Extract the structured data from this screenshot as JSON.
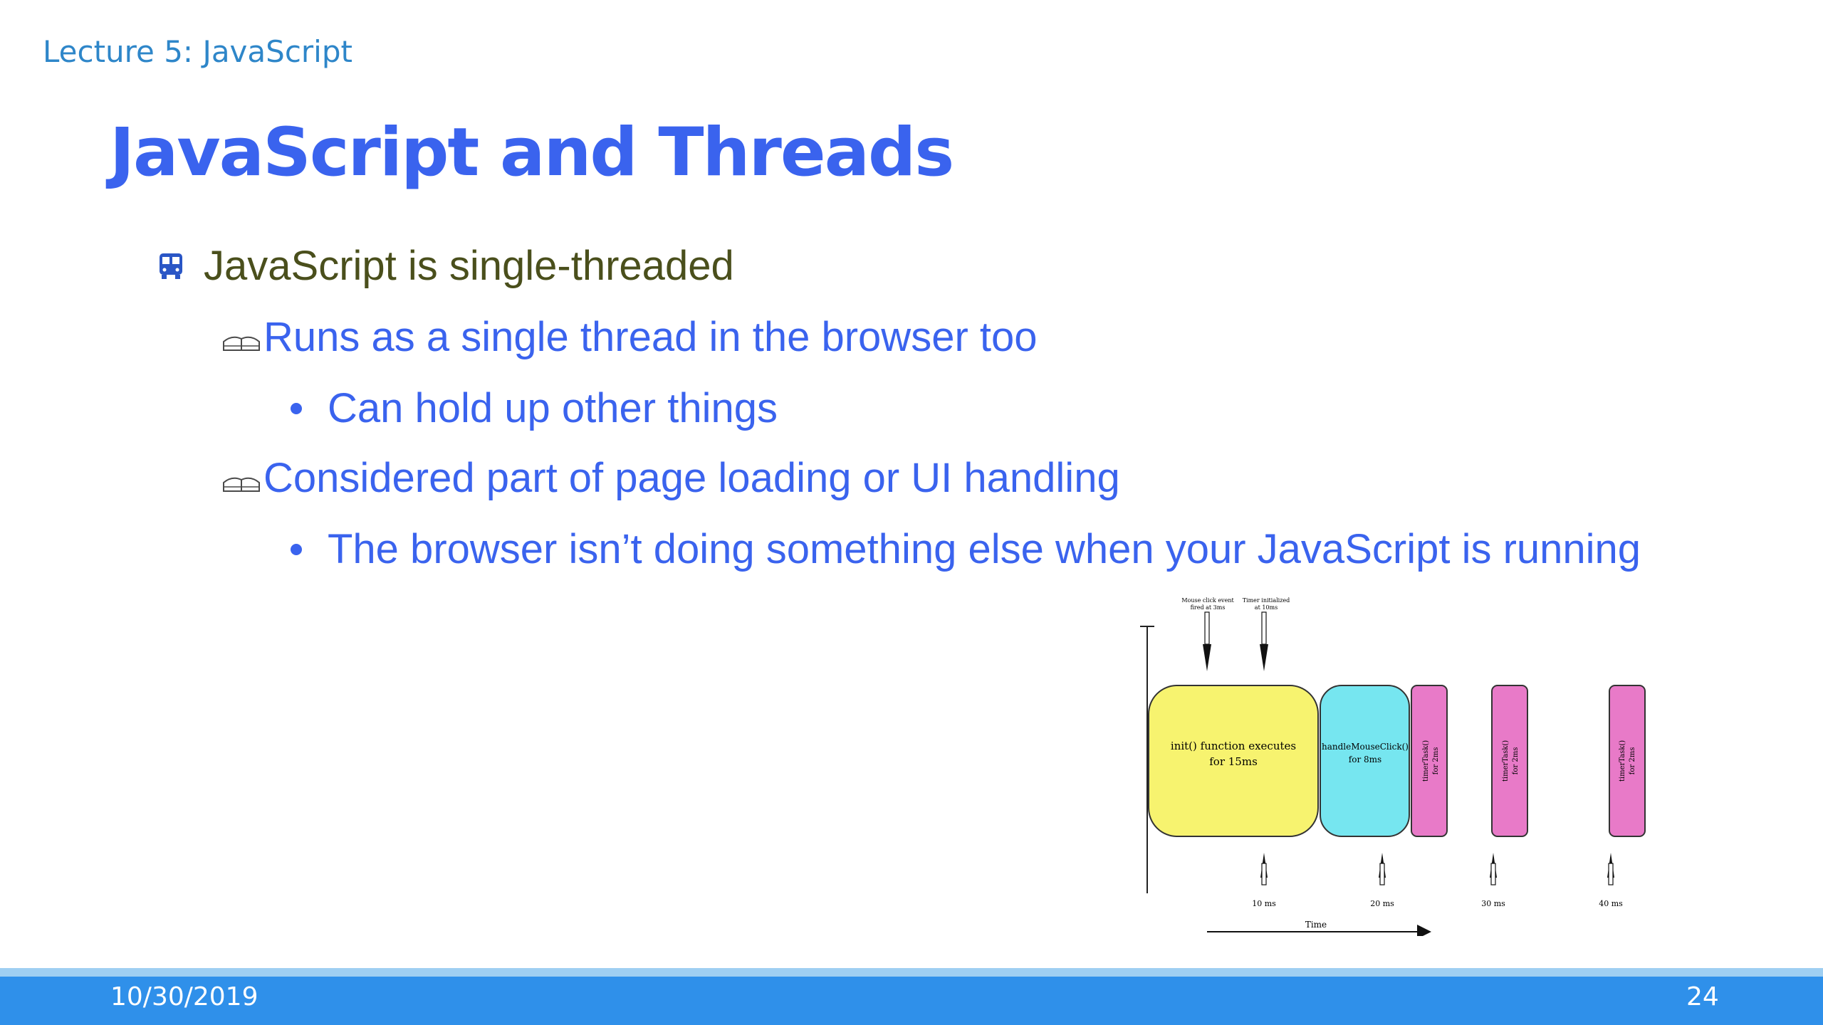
{
  "header": {
    "label": "Lecture 5: JavaScript"
  },
  "title": "JavaScript and Threads",
  "bullets": {
    "b1": "JavaScript is single-threaded",
    "b2": "Runs as a single thread in the browser too",
    "b3": "Can hold up other things",
    "b4": "Considered part of page loading or UI handling",
    "b5": "The browser isn’t doing something else when your JavaScript is running"
  },
  "diagram": {
    "top_note_1": [
      "Mouse click event",
      "fired at 3ms"
    ],
    "top_note_2": [
      "Timer initialized",
      "at 10ms"
    ],
    "block_init": [
      "init() function executes",
      "for 15ms"
    ],
    "block_click": [
      "handleMouseClick()",
      "for 8ms"
    ],
    "block_timer": [
      "timerTask()",
      "for 2ms"
    ],
    "ticks": [
      "10 ms",
      "20 ms",
      "30 ms",
      "40 ms"
    ],
    "axis_label": "Time",
    "colors": {
      "init": "#f7f36f",
      "click": "#76e6f0",
      "timer": "#e87ac8"
    }
  },
  "footer": {
    "date": "10/30/2019",
    "page": "24"
  }
}
